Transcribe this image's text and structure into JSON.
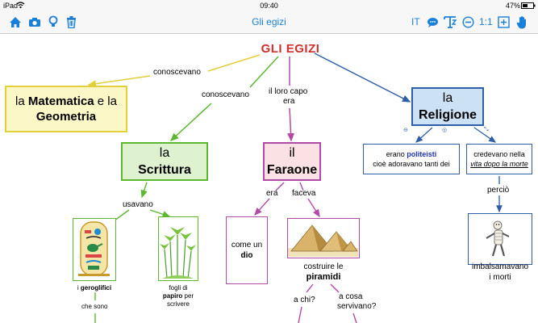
{
  "status_bar": {
    "device": "iPad",
    "time": "09:40",
    "battery": "47%"
  },
  "toolbar": {
    "title": "Gli egizi",
    "language": "IT",
    "zoom": "1:1"
  },
  "map": {
    "root": "GLI EGIZI",
    "nodes": {
      "matematica": {
        "pre": "la ",
        "bold1": "Matematica",
        "mid": " e la ",
        "bold2": "Geometria"
      },
      "scrittura": {
        "pre": "la",
        "bold": "Scrittura"
      },
      "faraone": {
        "pre": "il",
        "bold": "Faraone"
      },
      "religione": {
        "pre": "la",
        "bold": "Religione"
      },
      "politeisti": {
        "pre": "erano ",
        "bold": "politeisti",
        "post": "cioè adoravano tanti dei"
      },
      "vita": {
        "pre": "credevano nella",
        "italic": "vita dopo la morte"
      },
      "dio": {
        "pre": "come un",
        "bold": "dio"
      },
      "geroglifici": {
        "pre": "i ",
        "bold": "geroglifici"
      },
      "papiro": {
        "pre": "fogli di",
        "bold": "papiro",
        "post1": " per",
        "post2": "scrivere"
      },
      "piramidi": {
        "pre": "costruire le",
        "bold": "piramidi"
      },
      "imbalsamavano": {
        "line1": "imbalsamavano",
        "line2": "i morti"
      }
    },
    "links": {
      "conoscevano_1": "conoscevano",
      "conoscevano_2": "conoscevano",
      "capo_1": "il loro capo",
      "capo_2": "era",
      "usavano": "usavano",
      "era": "era",
      "faceva": "faceva",
      "percio": "perciò",
      "che_sono": "che sono",
      "a_chi": "a chi?",
      "a_cosa_1": "a cosa",
      "a_cosa_2": "servivano?"
    }
  },
  "colors": {
    "accent": "#1a7fd6",
    "title_red": "#d32e2e",
    "yellow": "#e1cf3b",
    "green": "#5bb82f",
    "purple": "#b34aa6",
    "blue": "#2f5ea8"
  },
  "icons": [
    "home-icon",
    "camera-icon",
    "lightbulb-icon",
    "trash-icon",
    "speech-bubble-icon",
    "text-format-icon",
    "zoom-out-icon",
    "fit-screen-icon",
    "hand-icon"
  ]
}
